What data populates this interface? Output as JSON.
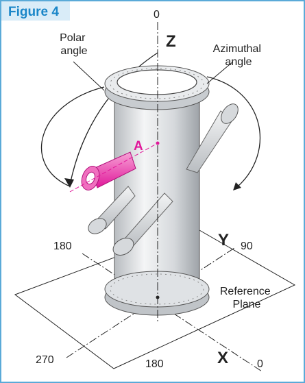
{
  "figure": {
    "title": "Figure 4",
    "accent_color": "#1a86c8",
    "highlight_color": "#e0189a"
  },
  "labels": {
    "top_zero": "0",
    "z_axis": "Z",
    "polar_angle": "Polar\nangle",
    "azimuthal_angle": "Azimuthal\nangle",
    "point_a": "A",
    "y_axis": "Y",
    "x_axis": "X",
    "deg_180_left": "180",
    "deg_90": "90",
    "deg_270": "270",
    "deg_180_bottom": "180",
    "deg_0_bottom": "0",
    "reference_plane": "Reference\nPlane"
  }
}
